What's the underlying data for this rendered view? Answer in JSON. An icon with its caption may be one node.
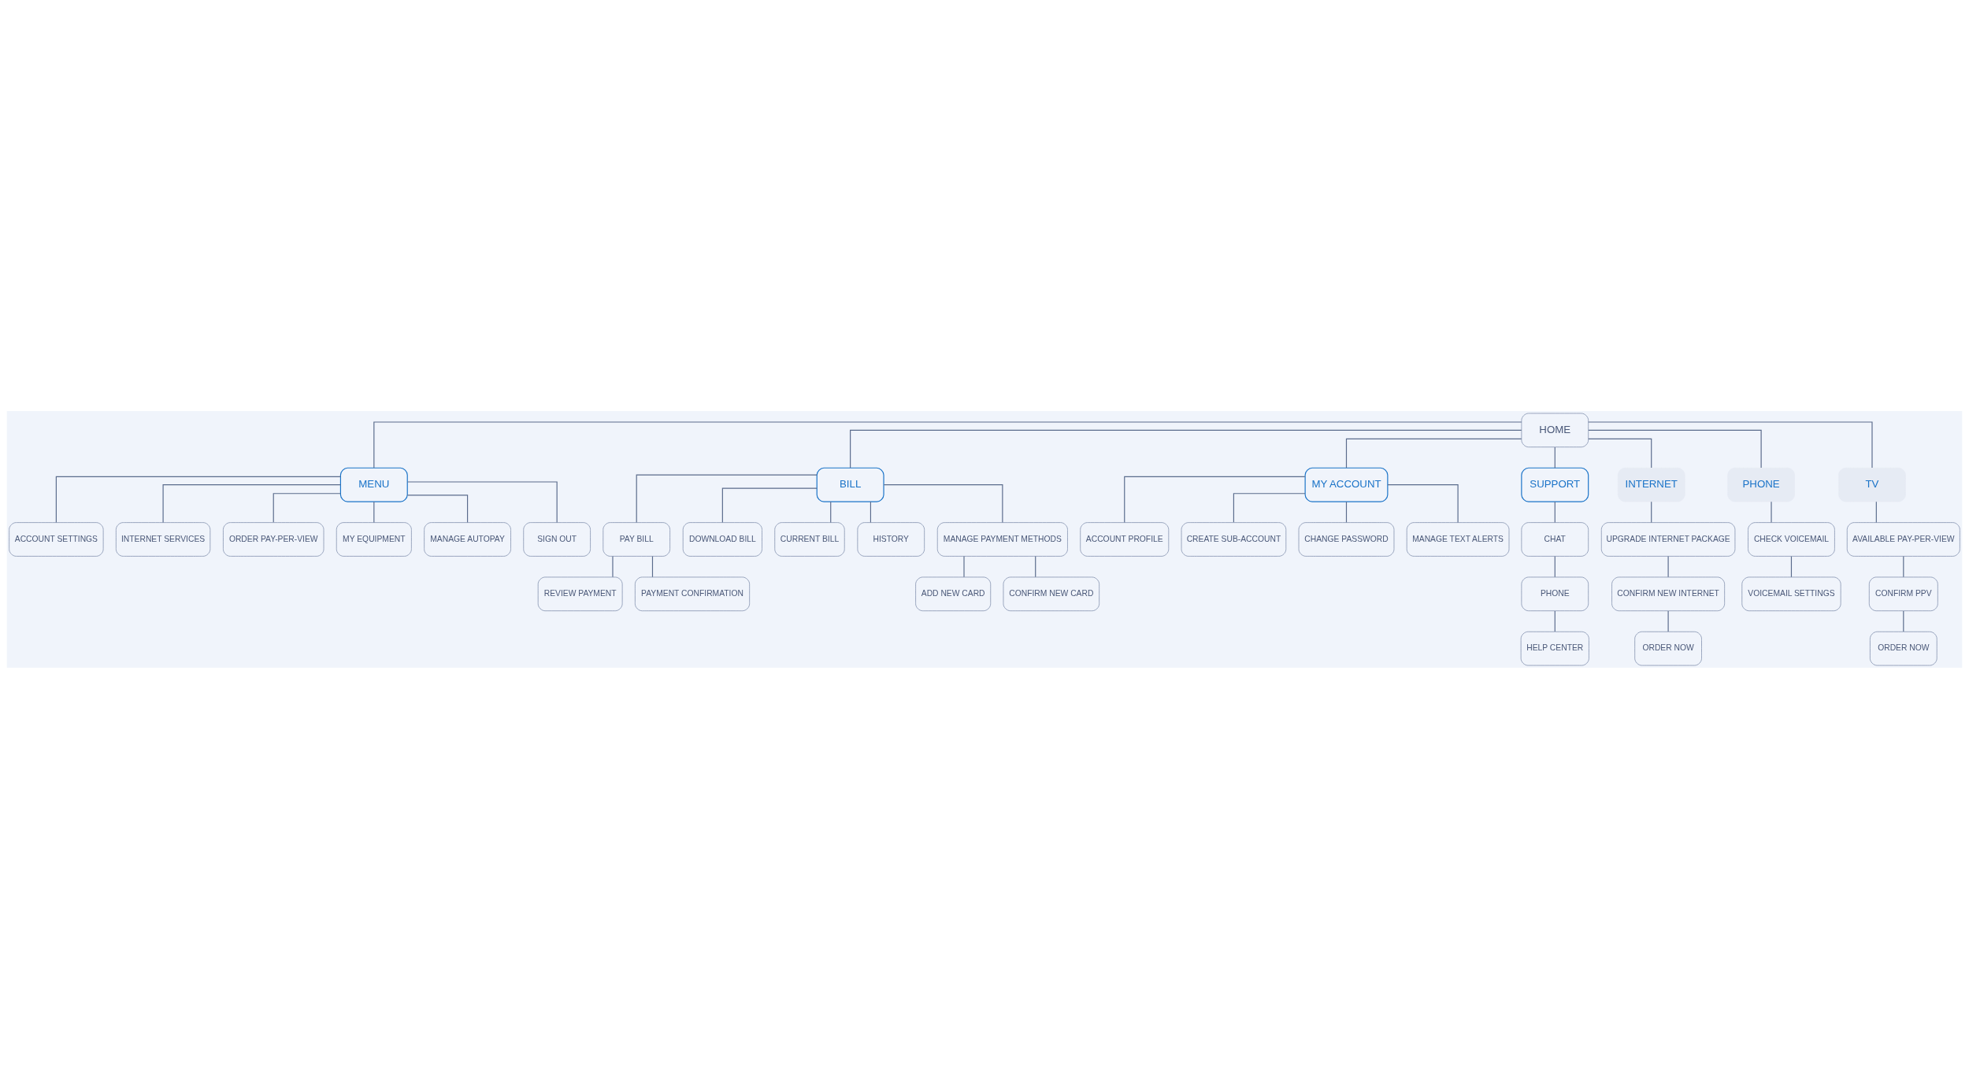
{
  "diagram": {
    "nodes": [
      {
        "text": [
          "HOME"
        ]
      },
      {
        "text": [
          "MENU"
        ]
      },
      {
        "text": [
          "BILL"
        ]
      },
      {
        "text": [
          "MY ACCOUNT"
        ]
      },
      {
        "text": [
          "SUPPORT"
        ]
      },
      {
        "text": [
          "INTERNET"
        ]
      },
      {
        "text": [
          "PHONE"
        ]
      },
      {
        "text": [
          "TV"
        ]
      },
      {
        "text": [
          "ACCOUNT SETTINGS"
        ]
      },
      {
        "text": [
          "INTERNET SERVICES"
        ]
      },
      {
        "text": [
          "ORDER PAY-PER-VIEW"
        ]
      },
      {
        "text": [
          "MY EQUIPMENT"
        ]
      },
      {
        "text": [
          "MANAGE AUTOPAY"
        ]
      },
      {
        "text": [
          "SIGN OUT"
        ]
      },
      {
        "text": [
          "PAY BILL"
        ]
      },
      {
        "text": [
          "REVIEW PAYMENT"
        ]
      },
      {
        "text": [
          "PAYMENT CONFIRMATION"
        ]
      },
      {
        "text": [
          "DOWNLOAD BILL"
        ]
      },
      {
        "text": [
          "CURRENT BILL"
        ]
      },
      {
        "text": [
          "HISTORY"
        ]
      },
      {
        "text": [
          "MANAGE PAYMENT METHODS"
        ]
      },
      {
        "text": [
          "ADD NEW CARD"
        ]
      },
      {
        "text": [
          "CONFIRM NEW CARD"
        ]
      },
      {
        "text": [
          "ACCOUNT PROFILE"
        ]
      },
      {
        "text": [
          "CREATE SUB-ACCOUNT"
        ]
      },
      {
        "text": [
          "CHANGE PASSWORD"
        ]
      },
      {
        "text": [
          "MANAGE TEXT ALERTS"
        ]
      },
      {
        "text": [
          "CHAT"
        ]
      },
      {
        "text": [
          "PHONE"
        ]
      },
      {
        "text": [
          "HELP CENTER"
        ]
      },
      {
        "text": [
          "UPGRADE INTERNET PACKAGE"
        ]
      },
      {
        "text": [
          "CONFIRM NEW INTERNET"
        ]
      },
      {
        "text": [
          "ORDER NOW"
        ]
      },
      {
        "text": [
          "CHECK VOICEMAIL"
        ]
      },
      {
        "text": [
          "VOICEMAIL SETTINGS"
        ]
      },
      {
        "text": [
          "AVAILABLE PAY-PER-VIEW"
        ]
      },
      {
        "text": [
          "CONFIRM PPV"
        ]
      },
      {
        "text": [
          "ORDER NOW"
        ]
      }
    ],
    "edges": [
      {
        "from": 0,
        "to": 1,
        "arrow": "none"
      },
      {
        "from": 0,
        "to": 2,
        "arrow": "none"
      },
      {
        "from": 0,
        "to": 3,
        "arrow": "none"
      },
      {
        "from": 0,
        "to": 4,
        "arrow": "none"
      },
      {
        "from": 0,
        "to": 5,
        "arrow": "none"
      },
      {
        "from": 0,
        "to": 6,
        "arrow": "none"
      },
      {
        "from": 0,
        "to": 7,
        "arrow": "none"
      },
      {
        "from": 1,
        "to": 8,
        "arrow": "none"
      },
      {
        "from": 1,
        "to": 9,
        "arrow": "none"
      },
      {
        "from": 1,
        "to": 10,
        "arrow": "none"
      },
      {
        "from": 1,
        "to": 11,
        "arrow": "none"
      },
      {
        "from": 1,
        "to": 12,
        "arrow": "none"
      },
      {
        "from": 1,
        "to": 13,
        "arrow": "none"
      },
      {
        "from": 2,
        "to": 14,
        "arrow": "none"
      },
      {
        "from": 14,
        "to": 15,
        "arrow": "none"
      },
      {
        "from": 14,
        "to": 16,
        "arrow": "none"
      },
      {
        "from": 2,
        "to": 17,
        "arrow": "none"
      },
      {
        "from": 2,
        "to": 18,
        "arrow": "none"
      },
      {
        "from": 2,
        "to": 19,
        "arrow": "none"
      },
      {
        "from": 2,
        "to": 20,
        "arrow": "none"
      },
      {
        "from": 20,
        "to": 21,
        "arrow": "none"
      },
      {
        "from": 20,
        "to": 22,
        "arrow": "none"
      },
      {
        "from": 3,
        "to": 23,
        "arrow": "none"
      },
      {
        "from": 3,
        "to": 24,
        "arrow": "none"
      },
      {
        "from": 3,
        "to": 25,
        "arrow": "none"
      },
      {
        "from": 3,
        "to": 26,
        "arrow": "none"
      },
      {
        "from": 4,
        "to": 27,
        "arrow": "none"
      },
      {
        "from": 27,
        "to": 28,
        "arrow": "none"
      },
      {
        "from": 28,
        "to": 29,
        "arrow": "none"
      },
      {
        "from": 5,
        "to": 30,
        "arrow": "none"
      },
      {
        "from": 30,
        "to": 31,
        "arrow": "none"
      },
      {
        "from": 31,
        "to": 32,
        "arrow": "none"
      },
      {
        "from": 6,
        "to": 33,
        "arrow": "none"
      },
      {
        "from": 33,
        "to": 34,
        "arrow": "none"
      },
      {
        "from": 7,
        "to": 35,
        "arrow": "none"
      },
      {
        "from": 35,
        "to": 36,
        "arrow": "none"
      },
      {
        "from": 36,
        "to": 37,
        "arrow": "none"
      }
    ]
  }
}
